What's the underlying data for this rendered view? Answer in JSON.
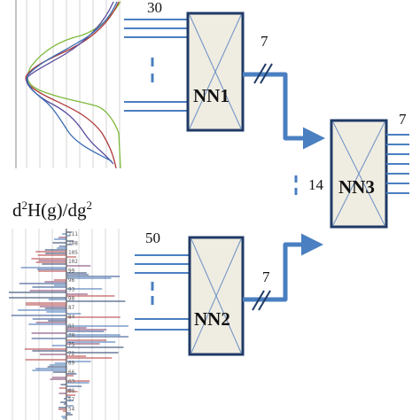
{
  "plot_top": {
    "series_colors": [
      "#7db93c",
      "#b03a3a",
      "#5a4ea0",
      "#3b6db0"
    ]
  },
  "plot_bottom": {
    "title_main": "d",
    "title_sup1": "2",
    "title_mid": "H(g)/dg",
    "title_sup2": "2",
    "tick_labels": [
      "111",
      "108",
      "105",
      "102",
      "99",
      "96",
      "93",
      "90",
      "87",
      "84",
      "81",
      "78",
      "75",
      "72",
      "69",
      "66",
      "63",
      "60",
      "57",
      "54"
    ]
  },
  "network": {
    "nn1": {
      "label": "NN1",
      "input_count": "30",
      "output_count": "7"
    },
    "nn2": {
      "label": "NN2",
      "input_count": "50",
      "output_count": "7"
    },
    "nn3": {
      "label": "NN3",
      "input_count": "14",
      "output_count": "7"
    }
  },
  "colors": {
    "arrow": "#4a7fc1",
    "box_fill": "#efece1",
    "box_stroke": "#1f3a66"
  }
}
